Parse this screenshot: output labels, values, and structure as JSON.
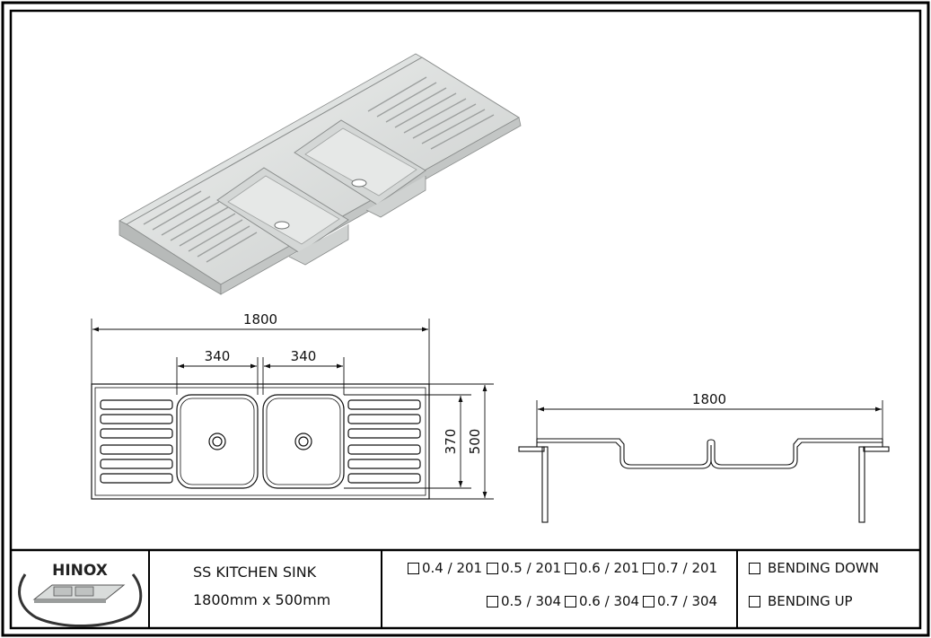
{
  "drawing": {
    "dimensions": {
      "top_length": "1800",
      "left_bowl_width": "340",
      "right_bowl_width": "340",
      "bowl_depth": "370",
      "overall_depth": "500",
      "side_length": "1800"
    }
  },
  "title_block": {
    "logo_text": "HINOX",
    "product_name": "SS KITCHEN SINK",
    "product_size": "1800mm x 500mm",
    "material_options_row1": [
      "0.4 / 201",
      "0.5 / 201",
      "0.6 / 201",
      "0.7 / 201"
    ],
    "material_options_row2": [
      "0.5 / 304",
      "0.6 / 304",
      "0.7 / 304"
    ],
    "bending_options": [
      "BENDING DOWN",
      "BENDING UP"
    ]
  }
}
